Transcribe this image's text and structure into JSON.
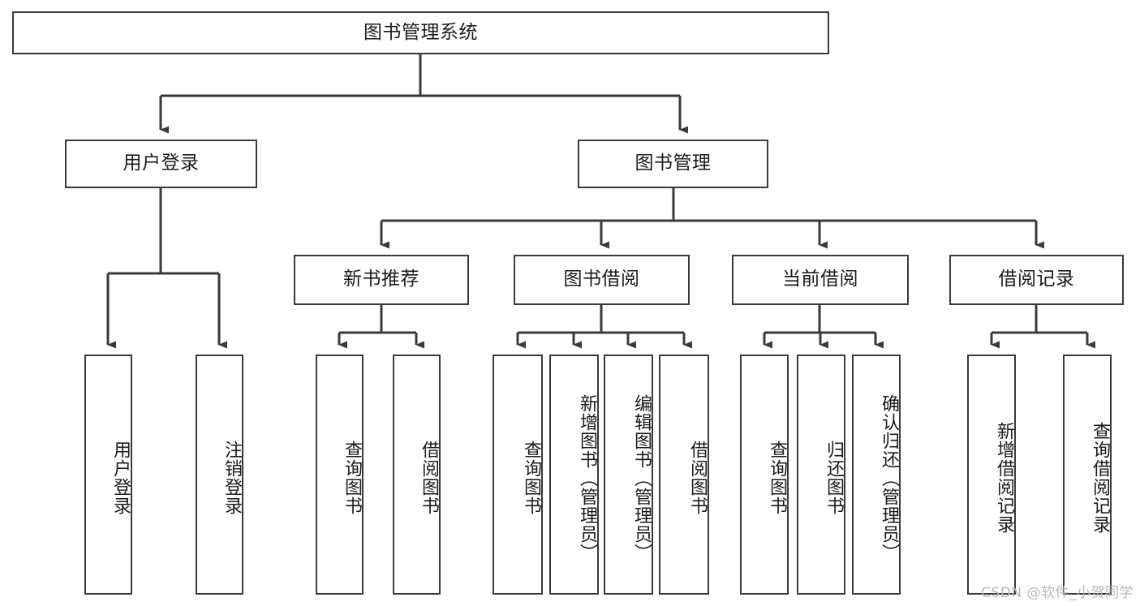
{
  "diagram": {
    "type": "tree",
    "title": "图书管理系统",
    "orientation": "top-down",
    "edge_color": "#3a3a3a",
    "box_border_color": "#3a3a3a",
    "box_fill_color": "#ffffff",
    "text_color": "#1b1b1b"
  },
  "nodes": {
    "root": {
      "label": "图书管理系统"
    },
    "level2": [
      {
        "label": "用户登录"
      },
      {
        "label": "图书管理"
      }
    ],
    "level3": [
      {
        "label": "新书推荐"
      },
      {
        "label": "图书借阅"
      },
      {
        "label": "当前借阅"
      },
      {
        "label": "借阅记录"
      }
    ],
    "leaves": {
      "user_login": [
        {
          "label": "用户登录"
        },
        {
          "label": "注销登录"
        }
      ],
      "new_book_recommend": [
        {
          "label": "查询图书"
        },
        {
          "label": "借阅图书"
        }
      ],
      "book_borrow": [
        {
          "label": "查询图书"
        },
        {
          "label": "新增图书（管理员）"
        },
        {
          "label": "编辑图书（管理员）"
        },
        {
          "label": "借阅图书"
        }
      ],
      "current_borrow": [
        {
          "label": "查询图书"
        },
        {
          "label": "归还图书"
        },
        {
          "label": "确认归还（管理员）"
        }
      ],
      "borrow_record": [
        {
          "label": "新增借阅记录"
        },
        {
          "label": "查询借阅记录"
        }
      ]
    }
  },
  "watermark": {
    "text": "CSDN @软件_小贺同学",
    "color": "#b9b9b9"
  }
}
